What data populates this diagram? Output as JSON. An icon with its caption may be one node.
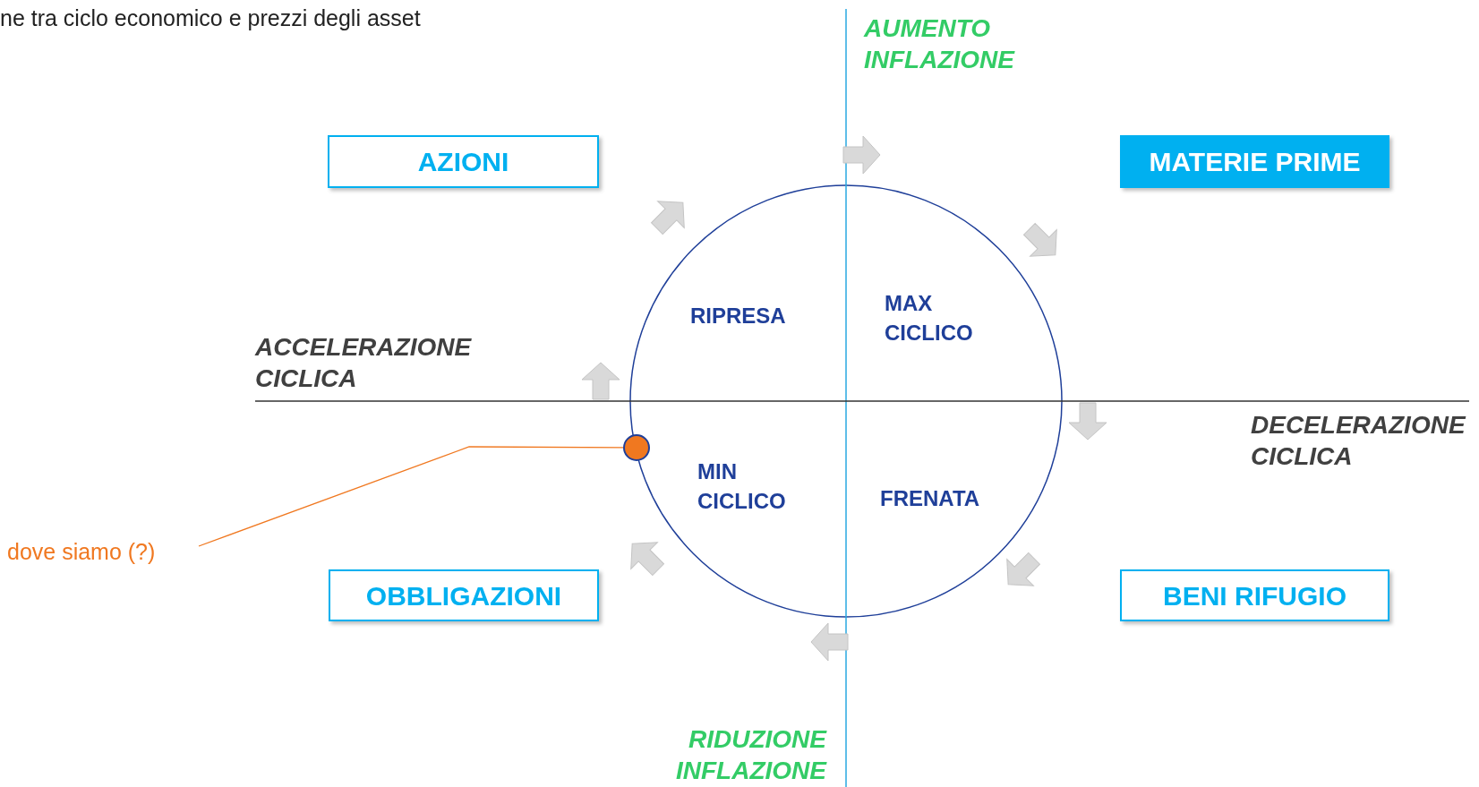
{
  "diagram": {
    "title": "ne tra ciclo economico e prezzi degli asset",
    "nodes": [
      {
        "text": [
          "AZIONI"
        ]
      },
      {
        "text": [
          "MATERIE PRIME"
        ]
      },
      {
        "text": [
          "RIPRESA",
          "MAX CICLICO",
          "MIN CICLICO",
          "FRENATA"
        ]
      },
      {
        "text": [
          "OBBLIGAZIONI"
        ]
      },
      {
        "text": [
          "BENI RIFUGIO"
        ]
      },
      {
        "text": [],
        "shape": "circle"
      },
      {
        "text": [
          "dove siamo (?)"
        ]
      }
    ],
    "edges": [
      {
        "from": 6,
        "to": 5,
        "arrow": "none",
        "color": "#f07820"
      }
    ],
    "labels": [
      "AUMENTO INFLAZIONE",
      "ACCELERAZIONE CICLICA",
      "DECELERAZIONE CICLICA",
      "RIDUZIONE INFLAZIONE"
    ]
  }
}
